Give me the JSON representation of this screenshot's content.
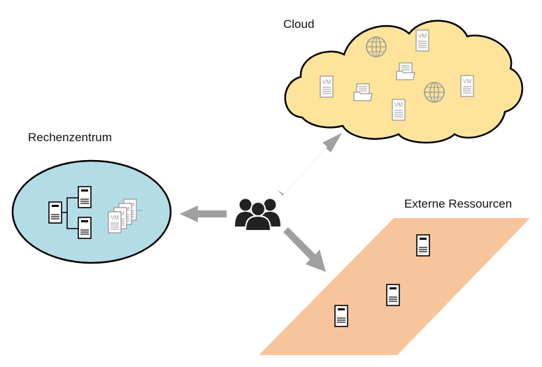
{
  "labels": {
    "cloud": "Cloud",
    "datacenter": "Rechenzentrum",
    "external": "Externe Ressourcen"
  },
  "vm_label": "VM",
  "colors": {
    "cloud_fill": "#fde49a",
    "datacenter_fill": "#b4dce6",
    "external_fill": "#f8c49c",
    "arrow": "#a0a0a0",
    "outline": "#000000",
    "users": "#222222"
  },
  "icons": [
    "users-icon",
    "server-icon",
    "vm-icon",
    "globe-icon",
    "file-folder-icon"
  ]
}
